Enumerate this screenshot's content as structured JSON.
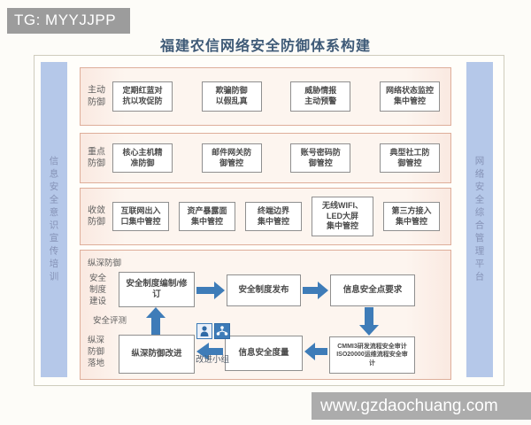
{
  "badge": {
    "text": "TG: MYYJJPP"
  },
  "title": "福建农信网络安全防御体系构建",
  "left_sidebar": {
    "label": "信息安全意识宣传培训"
  },
  "right_sidebar": {
    "label": "网络安全综合管理平台"
  },
  "rows": [
    {
      "label": "主动\n防御",
      "boxes": [
        "定期红蓝对\n抗以攻促防",
        "欺骗防御\n以假乱真",
        "威胁情报\n主动预警",
        "网络状态监控\n集中管控"
      ]
    },
    {
      "label": "重点\n防御",
      "boxes": [
        "核心主机精\n准防御",
        "邮件网关防\n御管控",
        "账号密码防\n御管控",
        "典型社工防\n御管控"
      ]
    },
    {
      "label": "收敛\n防御",
      "boxes": [
        "互联网出入\n口集中管控",
        "资产暴露面\n集中管控",
        "终端边界\n集中管控",
        "无线WIFI、\nLED大屏\n集中管控",
        "第三方接入\n集中管控"
      ]
    }
  ],
  "depth": {
    "header": "纵深防御",
    "side_labels": [
      "安全\n制度\n建设",
      "安全评测",
      "纵深\n防御\n落地"
    ],
    "flow_top": [
      "安全制度编制/修\n订",
      "安全制度发布",
      "信息安全点要求"
    ],
    "flow_bottom": [
      "纵深防御改进",
      "信息安全度量",
      "CMMI3研发流程安全审计\nISO20000运维流程安全审\n计"
    ],
    "arrow_label": "改进小组",
    "team_icon": "improvement-team-icon"
  },
  "watermark": {
    "text": "www.gzdaochuang.com"
  },
  "colors": {
    "sidebar_blue": "#b5c8e9",
    "row_border_salmon": "#deae9a",
    "row_background": "#fdf5ef",
    "arrow_blue": "#3e7cb8",
    "badge_gray": "#9c9c9c",
    "watermark_gray": "#acacac",
    "title_blue": "#3e5a77"
  }
}
